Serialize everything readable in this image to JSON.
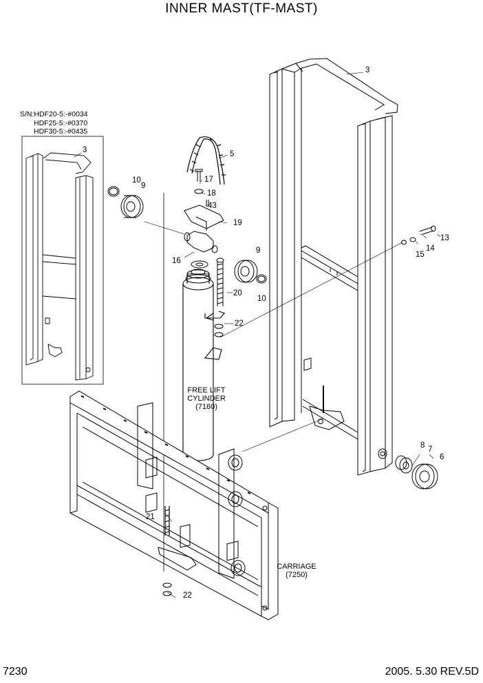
{
  "title": "INNER MAST(TF-MAST)",
  "serial_note": [
    "S/N:HDF20-5:-#0034",
    "HDF25-5:-#0370",
    "HDF30-5:-#0435"
  ],
  "labels": {
    "free_lift_cylinder": "FREE LIFT CYLINDER",
    "free_lift_code": "(7160)",
    "carriage": "CARRIAGE",
    "carriage_code": "(7250)"
  },
  "callouts": [
    "3",
    "3",
    "5",
    "10",
    "9",
    "17",
    "18",
    "43",
    "19",
    "16",
    "9",
    "20",
    "10",
    "22",
    "13",
    "14",
    "15",
    "8",
    "7",
    "6",
    "21",
    "22"
  ],
  "footer": {
    "page": "7230",
    "date_rev": "2005. 5.30  REV.5D"
  }
}
